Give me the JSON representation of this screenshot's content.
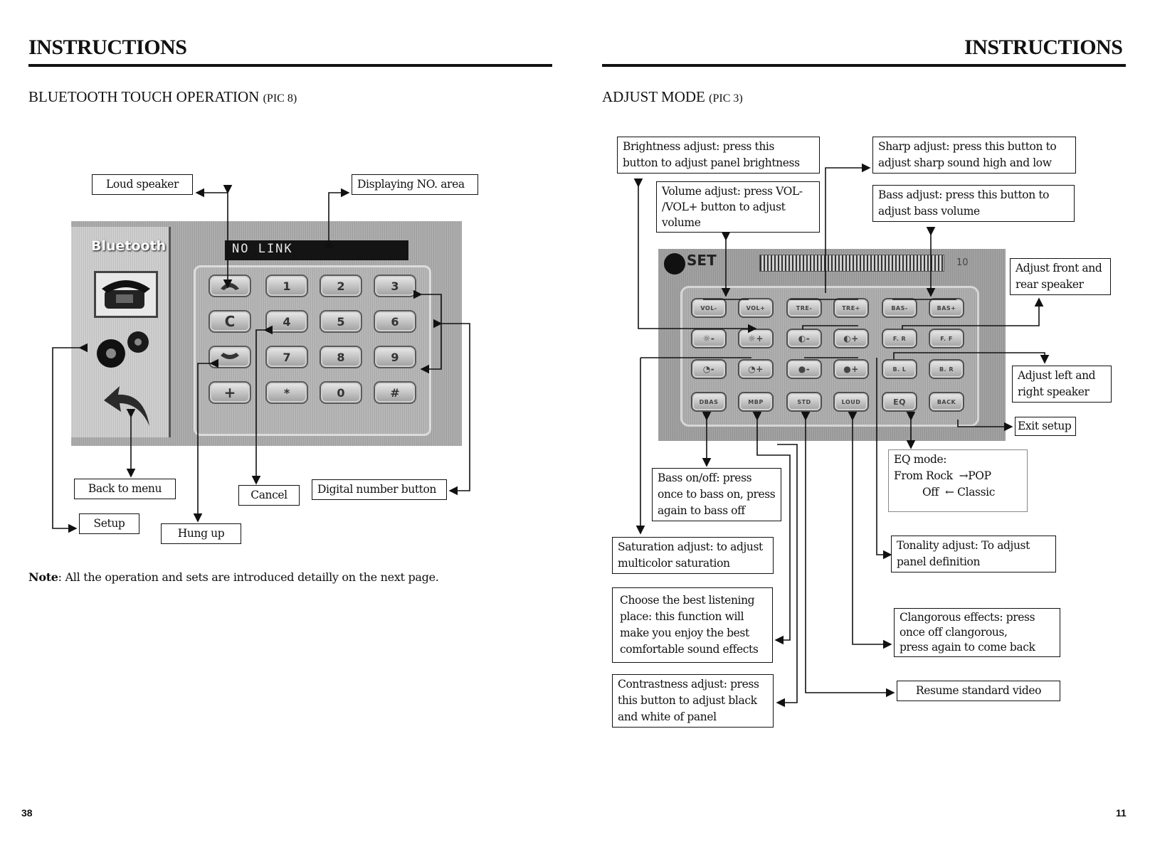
{
  "left_page": {
    "header": "INSTRUCTIONS",
    "section_title": "BLUETOOTH  TOUCH OPERATION",
    "section_pic": "(PIC 8)",
    "screen": {
      "label": "Bluetooth",
      "display_text": "NO LINK",
      "keys": [
        "1",
        "2",
        "3",
        "4",
        "5",
        "6",
        "7",
        "8",
        "9",
        "*",
        "0",
        "#"
      ],
      "clear_key": "C",
      "plus_key": "+"
    },
    "callouts": {
      "loud_speaker": "Loud speaker",
      "displaying_no_area": "Displaying NO. area",
      "back_to_menu": "Back to menu",
      "cancel": "Cancel",
      "digital_number_button": "Digital number button",
      "setup": "Setup",
      "hung_up": "Hung up"
    },
    "note_bold": "Note",
    "note_text": ": All the operation and sets are introduced detailly on the next page.",
    "page_number": "38"
  },
  "right_page": {
    "header": "INSTRUCTIONS",
    "section_title": "ADJUST MODE",
    "section_pic": "(PIC 3)",
    "screen": {
      "title": "SET",
      "level": "10",
      "keys_row1": [
        "VOL-",
        "VOL+",
        "TRE-",
        "TRE+",
        "BAS-",
        "BAS+"
      ],
      "keys_row2": [
        "☼-",
        "☼+",
        "◐-",
        "◐+",
        "F. R",
        "F. F"
      ],
      "keys_row3": [
        "◔-",
        "◔+",
        "●-",
        "●+",
        "B. L",
        "B. R"
      ],
      "keys_row4": [
        "DBAS",
        "MBP",
        "STD",
        "LOUD",
        "EQ",
        "BACK"
      ]
    },
    "callouts": {
      "brightness_1": "Brightness adjust: press this",
      "brightness_2": "button to adjust panel brightness",
      "volume_1": "Volume adjust: press VOL-",
      "volume_2": "/VOL+ button to adjust",
      "volume_3": "volume",
      "sharp_1": "Sharp adjust: press this button to",
      "sharp_2": "adjust sharp sound high and low",
      "bass_1": "Bass adjust: press this button to",
      "bass_2": "adjust bass volume",
      "front_rear_1": "Adjust front and",
      "front_rear_2": "rear speaker",
      "left_right_1": "Adjust left and",
      "left_right_2": "right speaker",
      "exit_setup": "Exit setup",
      "eq_title": "EQ mode:",
      "eq_from": "From Rock",
      "eq_pop": "POP",
      "eq_off": "Off",
      "eq_classic": "Classic",
      "bass_onoff_1": "Bass on/off: press",
      "bass_onoff_2": "once to bass on, press",
      "bass_onoff_3": "again to bass off",
      "saturation_1": "Saturation adjust: to adjust",
      "saturation_2": "multicolor saturation",
      "tonality_1": "Tonality adjust: To adjust",
      "tonality_2": "panel definition",
      "listening_1": "Choose the best listening",
      "listening_2": "place: this function will",
      "listening_3": "make you enjoy the  best",
      "listening_4": "comfortable sound effects",
      "clangorous_1": "Clangorous effects: press",
      "clangorous_2": "once off clangorous,",
      "clangorous_3": "press again to come back",
      "resume": "Resume standard video",
      "contrast_1": "Contrastness adjust: press",
      "contrast_2": "this button to adjust black",
      "contrast_3": "and white of panel"
    },
    "page_number": "11"
  }
}
